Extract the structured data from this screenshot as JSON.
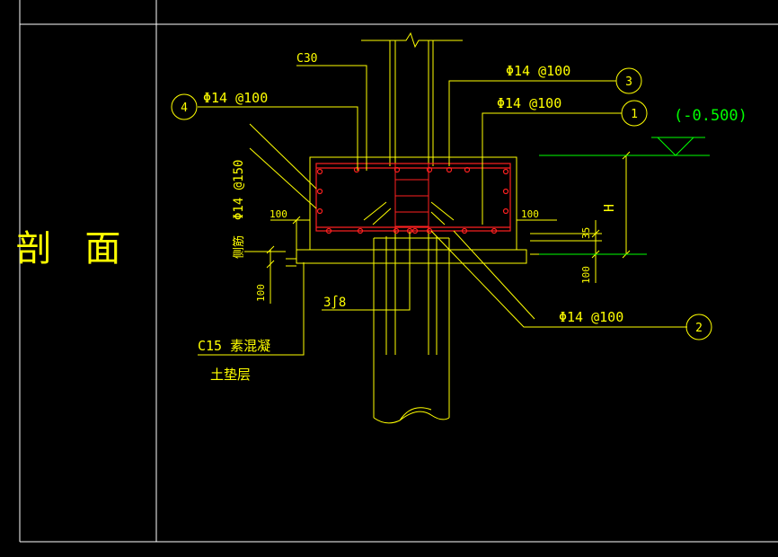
{
  "side_title": "剖 面",
  "labels": {
    "concrete_grade": "C30",
    "rebar_top": "Φ14 @100",
    "rebar_right": "Φ14 @100",
    "rebar_left": "Φ14 @100",
    "rebar_bottom": "Φ14 @100",
    "rebar_side_vertical": "Φ14 @150",
    "side_bar_note": "侧筋",
    "cover_left": "100",
    "cover_right": "100",
    "dim_35": "35",
    "dim_100_right": "100",
    "dim_100_left": "100",
    "dim_H": "H",
    "stirrup_note": "3∫8",
    "bedding_line1": "C15 素混凝",
    "bedding_line2": "土垫层",
    "elevation": "(-0.500)"
  },
  "callouts": {
    "c1": "1",
    "c2": "2",
    "c3": "3",
    "c4": "4"
  },
  "colors": {
    "frame": "#ffffff",
    "drawing": "#ffff00",
    "rebar": "#ff2020",
    "elevation": "#00ff00",
    "background": "#000000"
  }
}
